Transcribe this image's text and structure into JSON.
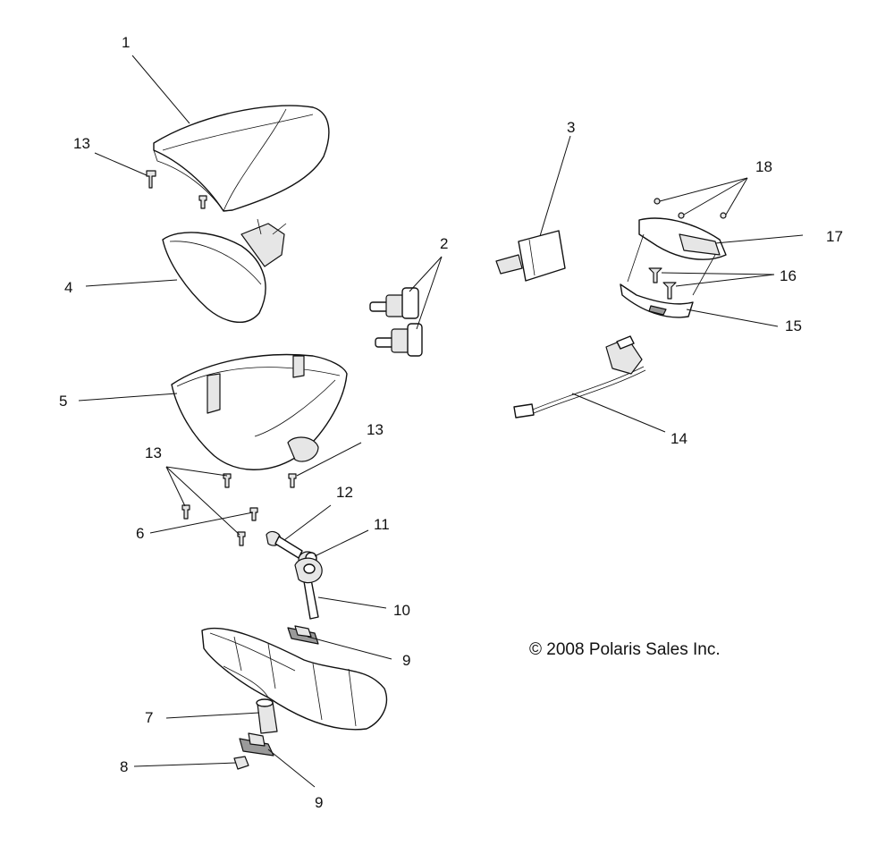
{
  "copyright": "© 2008 Polaris Sales Inc.",
  "callouts": {
    "c1": "1",
    "c2": "2",
    "c3": "3",
    "c4": "4",
    "c5": "5",
    "c6": "6",
    "c7": "7",
    "c8": "8",
    "c9a": "9",
    "c9b": "9",
    "c10": "10",
    "c11": "11",
    "c12": "12",
    "c13a": "13",
    "c13b": "13",
    "c13c": "13",
    "c14": "14",
    "c15": "15",
    "c16": "16",
    "c17": "17",
    "c18": "18"
  }
}
